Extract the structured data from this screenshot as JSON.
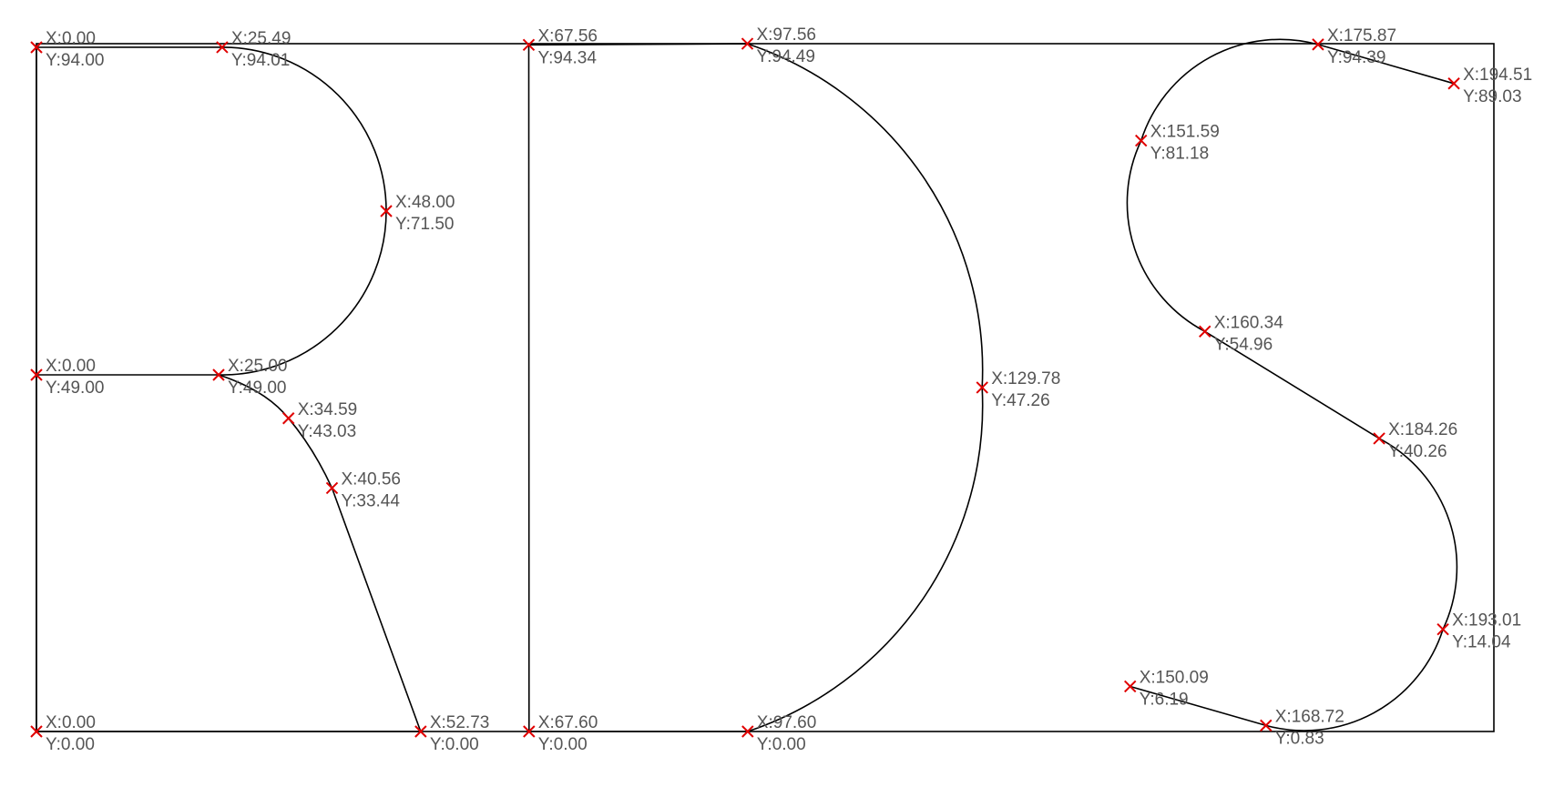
{
  "colors": {
    "outline": "#000000",
    "marker": "#e00000",
    "label": "#555555",
    "background": "#ffffff"
  },
  "drawing": {
    "x_range": [
      0,
      200
    ],
    "y_range": [
      0,
      94.5
    ],
    "border_rect": {
      "x": [
        0,
        200
      ],
      "y": [
        0,
        94.5
      ]
    },
    "points": [
      {
        "id": "p1",
        "x": "0.00",
        "y": "94.00"
      },
      {
        "id": "p2",
        "x": "25.49",
        "y": "94.01"
      },
      {
        "id": "p3",
        "x": "48.00",
        "y": "71.50"
      },
      {
        "id": "p4",
        "x": "0.00",
        "y": "49.00"
      },
      {
        "id": "p5",
        "x": "25.00",
        "y": "49.00"
      },
      {
        "id": "p6",
        "x": "34.59",
        "y": "43.03"
      },
      {
        "id": "p7",
        "x": "40.56",
        "y": "33.44"
      },
      {
        "id": "p8",
        "x": "0.00",
        "y": "0.00"
      },
      {
        "id": "p9",
        "x": "52.73",
        "y": "0.00"
      },
      {
        "id": "p10",
        "x": "67.56",
        "y": "94.34"
      },
      {
        "id": "p11",
        "x": "97.56",
        "y": "94.49"
      },
      {
        "id": "p12",
        "x": "129.78",
        "y": "47.26"
      },
      {
        "id": "p13",
        "x": "67.60",
        "y": "0.00"
      },
      {
        "id": "p14",
        "x": "97.60",
        "y": "0.00"
      },
      {
        "id": "p15",
        "x": "175.87",
        "y": "94.39"
      },
      {
        "id": "p16",
        "x": "194.51",
        "y": "89.03"
      },
      {
        "id": "p17",
        "x": "151.59",
        "y": "81.18"
      },
      {
        "id": "p18",
        "x": "160.34",
        "y": "54.96"
      },
      {
        "id": "p19",
        "x": "184.26",
        "y": "40.26"
      },
      {
        "id": "p20",
        "x": "193.01",
        "y": "14.04"
      },
      {
        "id": "p21",
        "x": "150.09",
        "y": "6.19"
      },
      {
        "id": "p22",
        "x": "168.72",
        "y": "0.83"
      }
    ],
    "label_prefix_x": "X:",
    "label_prefix_y": "Y:"
  }
}
